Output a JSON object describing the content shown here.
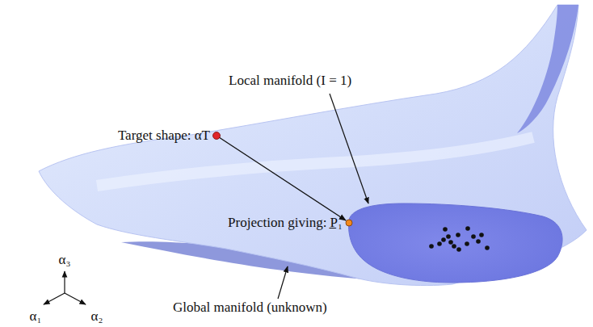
{
  "diagram": {
    "labels": [
      "Local manifold (I = 1)",
      "Target shape: αT",
      "Projection giving: P̲₁",
      "Global manifold (unknown)",
      "α₃",
      "α₁",
      "α₂"
    ]
  }
}
